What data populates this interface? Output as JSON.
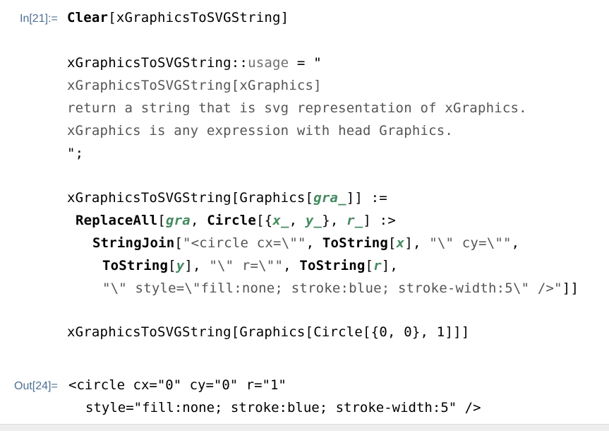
{
  "input": {
    "label": "In[21]:=",
    "lines": [
      [
        "Clear",
        "[",
        "xGraphicsToSVGString",
        "]"
      ],
      [
        "xGraphicsToSVGString",
        "::",
        "usage",
        " = ",
        "\""
      ],
      [
        "xGraphicsToSVGString[xGraphics]"
      ],
      [
        "return a string that is svg representation of xGraphics."
      ],
      [
        "xGraphics is any expression with head Graphics."
      ],
      [
        "\";"
      ],
      [
        "xGraphicsToSVGString",
        "[",
        "Graphics",
        "[",
        "gra_",
        "]",
        "]",
        " :="
      ],
      [
        "ReplaceAll",
        "[",
        "gra",
        ", ",
        "Circle",
        "[",
        "{",
        "x_",
        ", ",
        "y_",
        "}",
        ", ",
        "r_",
        "]",
        " :>"
      ],
      [
        "StringJoin",
        "[",
        "\"<circle cx=\\\"\"",
        ", ",
        "ToString",
        "[",
        "x",
        "]",
        ", ",
        "\"\\\" cy=\\\"\"",
        ","
      ],
      [
        "ToString",
        "[",
        "y",
        "]",
        ", ",
        "\"\\\" r=\\\"\"",
        ", ",
        "ToString",
        "[",
        "r",
        "]",
        ","
      ],
      [
        "\"\\\" style=\\\"fill:none; stroke:blue; stroke-width:5\\\" />\"",
        "]",
        "]"
      ],
      [
        "xGraphicsToSVGString",
        "[",
        "Graphics",
        "[",
        "Circle",
        "[",
        "{",
        "0",
        ", ",
        "0",
        "}",
        ", ",
        "1",
        "]",
        "]",
        "]"
      ]
    ]
  },
  "output": {
    "label": "Out[24]=",
    "lines": [
      [
        "<circle cx=\"0\" cy=\"0\" r=\"1\""
      ],
      [
        "style=\"fill:none; stroke:blue; stroke-width:5\" />"
      ]
    ]
  }
}
